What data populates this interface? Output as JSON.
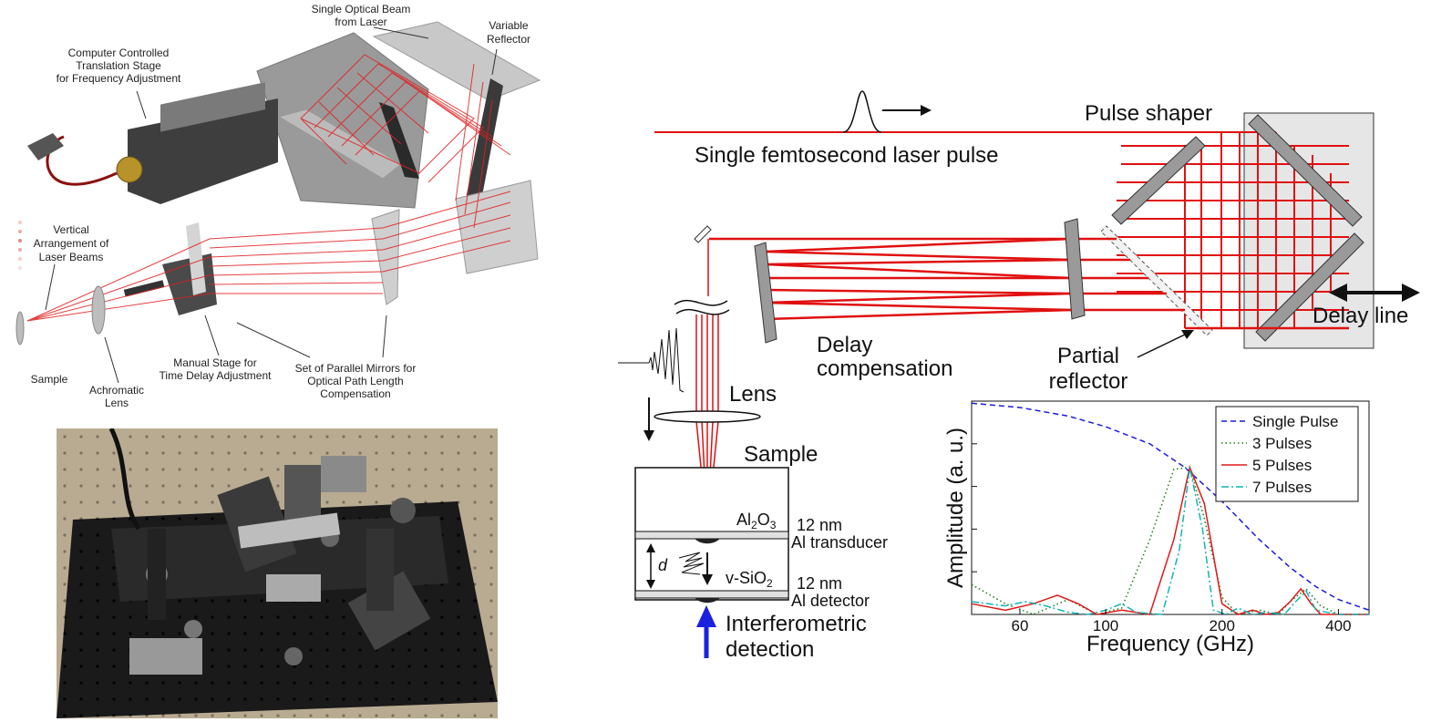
{
  "left_diagram": {
    "labels": {
      "single_beam": [
        "Single Optical Beam",
        "from Laser"
      ],
      "variable_reflector": [
        "Variable",
        "Reflector"
      ],
      "computer_stage": [
        "Computer Controlled",
        "Translation Stage",
        "for Frequency Adjustment"
      ],
      "vertical_arrangement": [
        "Vertical",
        "Arrangement of",
        "Laser Beams"
      ],
      "sample": "Sample",
      "achromatic_lens": [
        "Achromatic",
        "Lens"
      ],
      "manual_stage": [
        "Manual Stage for",
        "Time Delay Adjustment"
      ],
      "parallel_mirrors": [
        "Set of Parallel Mirrors for",
        "Optical Path Length",
        "Compensation"
      ]
    }
  },
  "right_diagram": {
    "labels": {
      "single_pulse": "Single femtosecond laser pulse",
      "pulse_shaper": "Pulse shaper",
      "delay_line": "Delay line",
      "delay_compensation": [
        "Delay",
        "compensation"
      ],
      "partial_reflector": [
        "Partial",
        "reflector"
      ],
      "lens": "Lens",
      "sample": "Sample",
      "al2o3": "Al",
      "al2o3_sub1": "2",
      "al2o3_rest": "O",
      "al2o3_sub2": "3",
      "thickness_top": "12 nm",
      "al_transducer": "Al transducer",
      "d_symbol": "d",
      "vsio2": "v-SiO",
      "vsio2_sub": "2",
      "thickness_bottom": "12 nm",
      "al_detector": "Al detector",
      "interferometric": [
        "Interferometric",
        "detection"
      ]
    }
  },
  "chart_data": {
    "type": "line",
    "xlabel": "Frequency (GHz)",
    "ylabel": "Amplitude (a. u.)",
    "xscale": "log",
    "xlim": [
      45,
      480
    ],
    "ylim": [
      0,
      1
    ],
    "xticks": [
      60,
      100,
      200,
      400
    ],
    "legend_position": "top-right",
    "series": [
      {
        "name": "Single Pulse",
        "color": "#1a1adc",
        "style": "dashed",
        "x": [
          45,
          60,
          80,
          100,
          130,
          160,
          200,
          250,
          300,
          350,
          400,
          480
        ],
        "y": [
          0.99,
          0.97,
          0.93,
          0.88,
          0.8,
          0.69,
          0.53,
          0.35,
          0.22,
          0.13,
          0.07,
          0.02
        ]
      },
      {
        "name": "3 Pulses",
        "color": "#1a7a1a",
        "style": "dotted",
        "x": [
          45,
          55,
          65,
          80,
          95,
          110,
          130,
          150,
          165,
          180,
          200,
          220,
          250,
          280,
          300,
          330,
          360,
          400,
          480
        ],
        "y": [
          0.14,
          0.05,
          0.0,
          0.07,
          0.0,
          0.03,
          0.35,
          0.68,
          0.69,
          0.45,
          0.08,
          0.0,
          0.02,
          0.0,
          0.06,
          0.12,
          0.04,
          0.0,
          0.0
        ]
      },
      {
        "name": "5 Pulses",
        "color": "#e01818",
        "style": "solid",
        "x": [
          45,
          55,
          65,
          75,
          85,
          95,
          110,
          130,
          150,
          165,
          180,
          200,
          220,
          240,
          260,
          280,
          300,
          320,
          340,
          360,
          400,
          480
        ],
        "y": [
          0.05,
          0.02,
          0.05,
          0.09,
          0.05,
          0.0,
          0.02,
          0.0,
          0.35,
          0.69,
          0.52,
          0.05,
          0.0,
          0.02,
          0.0,
          0.01,
          0.06,
          0.12,
          0.05,
          0.0,
          0.0,
          0.0
        ]
      },
      {
        "name": "7 Pulses",
        "color": "#10b4b4",
        "style": "dashdot",
        "x": [
          45,
          55,
          62,
          70,
          80,
          90,
          100,
          110,
          120,
          140,
          155,
          165,
          178,
          190,
          205,
          220,
          240,
          260,
          290,
          310,
          330,
          350,
          400,
          480
        ],
        "y": [
          0.06,
          0.04,
          0.06,
          0.04,
          0.01,
          0.0,
          0.02,
          0.05,
          0.01,
          0.0,
          0.3,
          0.69,
          0.4,
          0.02,
          0.0,
          0.03,
          0.0,
          0.01,
          0.0,
          0.06,
          0.11,
          0.02,
          0.0,
          0.0
        ]
      }
    ]
  }
}
